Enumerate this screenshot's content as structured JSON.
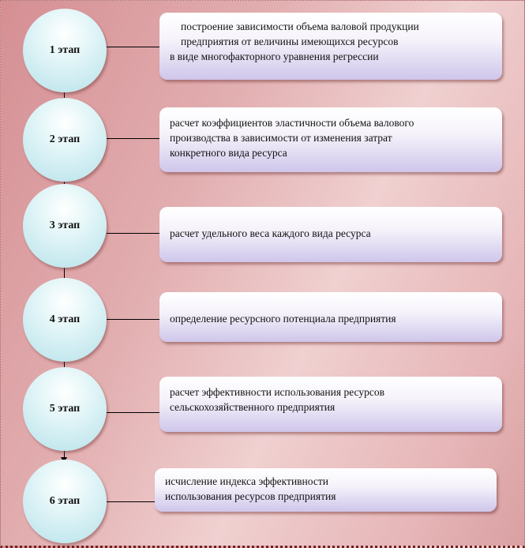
{
  "stages": [
    {
      "label": "1 этап",
      "lines": [
        "построение зависимости объема валовой продукции",
        "предприятия от величины имеющихся ресурсов",
        "в виде многофакторного уравнения регрессии"
      ]
    },
    {
      "label": "2 этап",
      "lines": [
        "расчет коэффициентов эластичности объема валового",
        "производства в зависимости от изменения затрат",
        "конкретного вида ресурса"
      ]
    },
    {
      "label": "3 этап",
      "lines": [
        "расчет удельного веса каждого вида ресурса"
      ]
    },
    {
      "label": "4 этап",
      "lines": [
        "определение ресурсного потенциала предприятия"
      ]
    },
    {
      "label": "5 этап",
      "lines": [
        "расчет эффективности использования ресурсов",
        "сельскохозяйственного предприятия"
      ]
    },
    {
      "label": "6 этап",
      "lines": [
        "исчисление индекса эффективности",
        "использования ресурсов предприятия"
      ]
    }
  ]
}
